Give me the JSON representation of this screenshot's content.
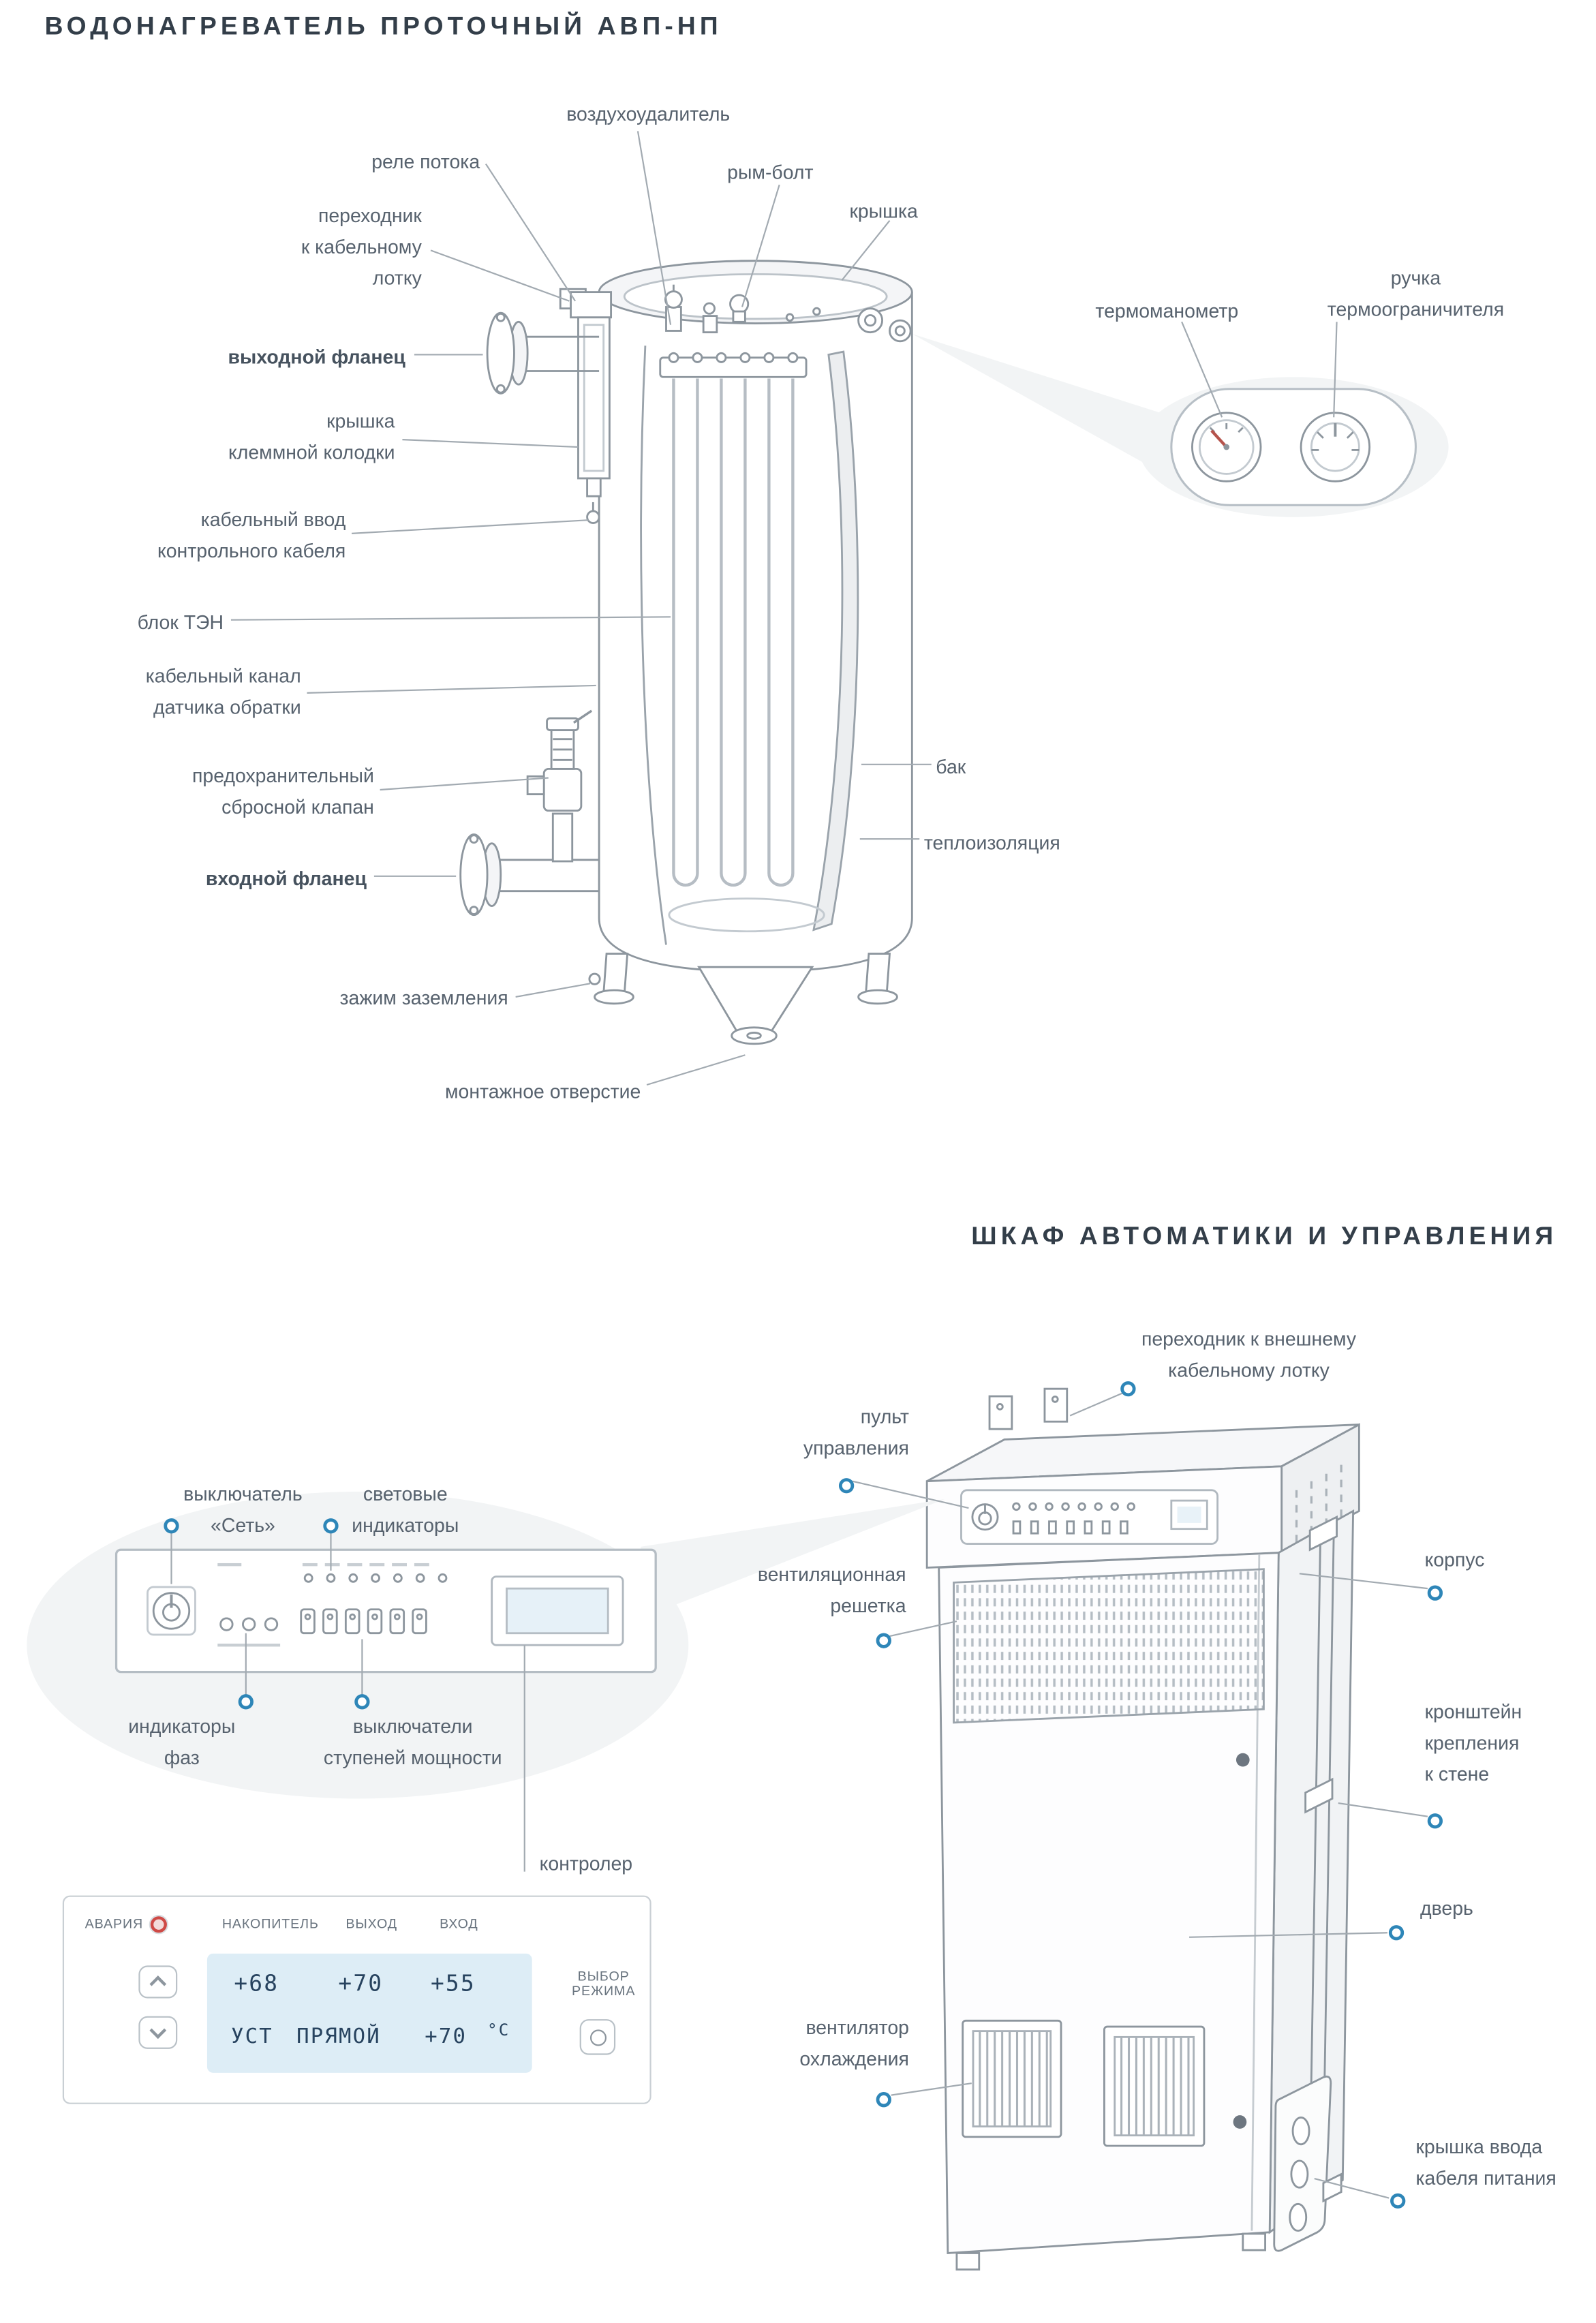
{
  "titles": {
    "heater": "ВОДОНАГРЕВАТЕЛЬ ПРОТОЧНЫЙ АВП-НП",
    "cabinet": "ШКАФ АВТОМАТИКИ И УПРАВЛЕНИЯ"
  },
  "heater_labels": {
    "air_vent": "воздухоудалитель",
    "flow_relay": "реле потока",
    "cable_tray_adapter": "переходник\nк кабельному\nлотку",
    "outlet_flange": "выходной фланец",
    "terminal_cover": "крышка\nклеммной колодки",
    "control_cable_entry": "кабельный ввод\nконтрольного кабеля",
    "heater_block": "блок ТЭН",
    "return_sensor_duct": "кабельный канал\nдатчика обратки",
    "safety_valve": "предохранительный\nсбросной клапан",
    "inlet_flange": "входной фланец",
    "ground_clamp": "зажим заземления",
    "mounting_hole": "монтажное отверстие",
    "eye_bolt": "рым-болт",
    "lid": "крышка",
    "thermomanometer": "термоманометр",
    "limiter_handle": "ручка\nтермоограничителя",
    "tank": "бак",
    "insulation": "теплоизоляция"
  },
  "cabinet_labels": {
    "external_tray_adapter": "переходник к внешнему\nкабельному лотку",
    "control_panel": "пульт\nуправления",
    "vent_grille": "вентиляционная\nрешетка",
    "housing": "корпус",
    "wall_bracket": "кронштейн\nкрепления\nк стене",
    "door": "дверь",
    "cooling_fan": "вентилятор\nохлаждения",
    "power_cable_cover": "крышка ввода\nкабеля питания",
    "controller": "контролер",
    "power_switch": "выключатель\n«Сеть»",
    "light_indicators": "световые\nиндикаторы",
    "phase_indicators": "индикаторы\nфаз",
    "stage_switches": "выключатели\nступеней мощности"
  },
  "controller_panel": {
    "alarm": "АВАРИЯ",
    "columns": {
      "storage": "НАКОПИТЕЛЬ",
      "output": "ВЫХОД",
      "input": "ВХОД"
    },
    "values": {
      "storage": "+68",
      "output": "+70",
      "input": "+55"
    },
    "row2": {
      "set": "УСТ",
      "mode": "ПРЯМОЙ",
      "value": "+70",
      "unit": "°С"
    },
    "mode_select": "ВЫБОР\nРЕЖИМА"
  },
  "colors": {
    "accent_marker": "#2e86b8",
    "alarm_red": "#cf4a46",
    "display_bg": "#ddedf6",
    "display_text": "#27435f",
    "label_text": "#57626e",
    "title_text": "#333e49",
    "line_art": "#8d969e"
  }
}
